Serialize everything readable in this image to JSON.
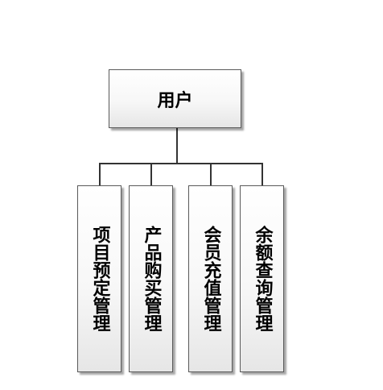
{
  "diagram": {
    "root": {
      "label": "用户"
    },
    "children": [
      {
        "label": "项目预定管理"
      },
      {
        "label": "产品购买管理"
      },
      {
        "label": "会员充值管理"
      },
      {
        "label": "余额查询管理"
      }
    ],
    "line_color": "#333333",
    "box_border_color": "#5a5a5a"
  }
}
